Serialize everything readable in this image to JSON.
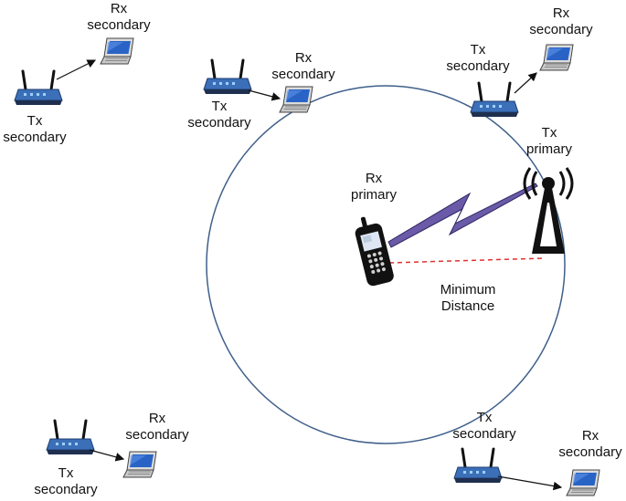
{
  "labels": {
    "tx_secondary": [
      "Tx",
      "secondary"
    ],
    "rx_secondary": [
      "Rx",
      "secondary"
    ],
    "rx_primary": [
      "Rx",
      "primary"
    ],
    "tx_primary": [
      "Tx",
      "primary"
    ],
    "min_distance": [
      "Minimum",
      "Distance"
    ]
  },
  "icons": {
    "router": "wifi-router-icon",
    "laptop": "laptop-icon",
    "phone": "mobile-phone-icon",
    "tower": "transmission-tower-icon",
    "link": "lightning-link-icon"
  },
  "colors": {
    "circle": "#3f5f8a",
    "router": "#3b6fb8",
    "laptop_screen": "#2a63c6",
    "lightning": "#6a5aa8",
    "distance_line": "#e03030",
    "text": "#111111"
  }
}
